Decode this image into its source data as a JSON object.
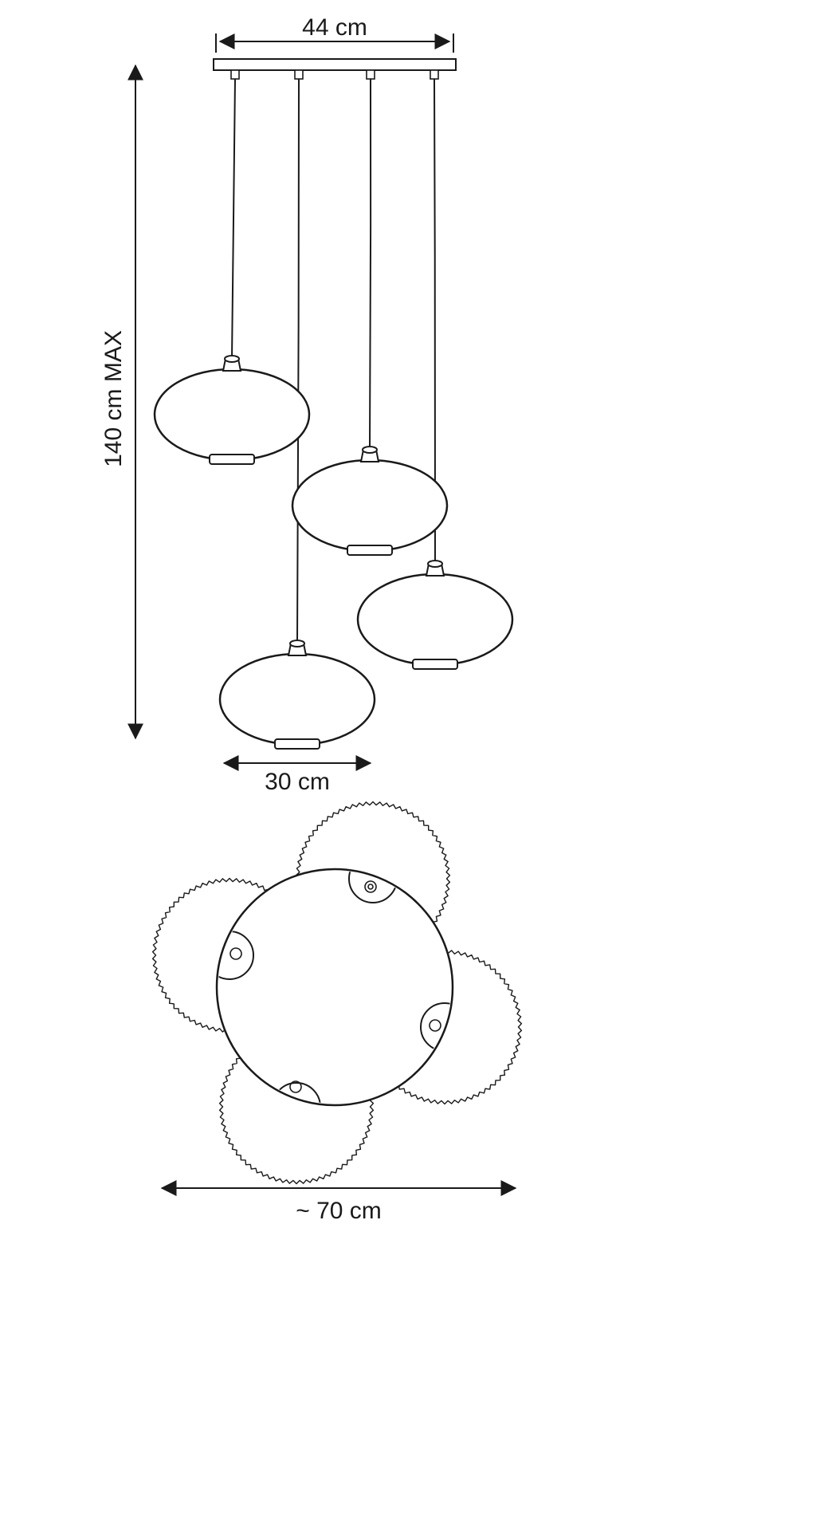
{
  "diagram": {
    "description": "Dimension drawing of a four-light pendant lamp: front elevation view above, top (plan) view below",
    "colors": {
      "line": "#1a1a1a",
      "background": "#ffffff"
    },
    "front_view": {
      "shade_count": 4,
      "canopy_width_label": "44 cm",
      "max_height_label": "140 cm MAX",
      "shade_width_label": "30 cm"
    },
    "top_view": {
      "shade_count": 4,
      "overall_diameter_label": "~ 70 cm"
    }
  }
}
